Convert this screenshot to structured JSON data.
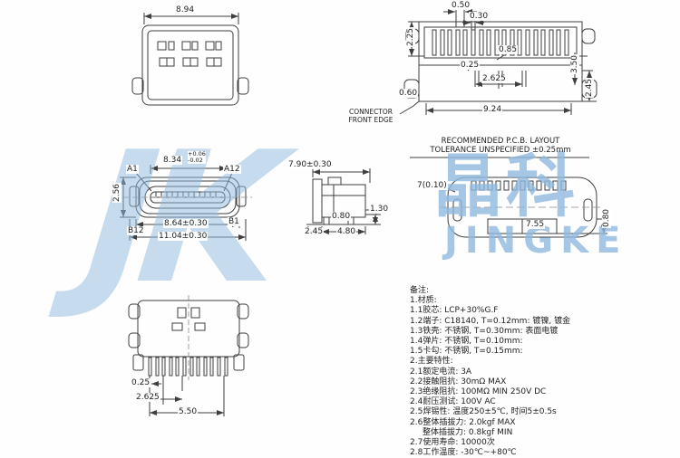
{
  "watermark": {
    "logo": "JK",
    "cn": "晶科",
    "en": "JINGKE"
  },
  "annotations": {
    "front_edge_line1": "CONNECTOR",
    "front_edge_line2": "FRONT EDGE",
    "pcb_note_line1": "RECOMMENDED  P.C.B. LAYOUT",
    "pcb_note_line2": "TOLERANCE UNSPECIFIED ±0.25mm"
  },
  "dims": {
    "top_view": {
      "width": "8.94"
    },
    "front_view": {
      "pitch": "0.50",
      "pin_width": "0.30",
      "height_upper": "2.25",
      "d085": "0.85",
      "d025": "0.25",
      "d2625": "2.625",
      "d350": "3.50",
      "d245": "2.45",
      "d060": "0.60",
      "width": "9.24"
    },
    "face_view": {
      "tongue_width": "8.34",
      "tol_plus": "+0.06",
      "tol_minus": "-0.02",
      "a1": "A1",
      "a12": "A12",
      "height": "2.56",
      "shell_width": "8.64±0.30",
      "overall_width": "11.04±0.30",
      "b1": "B1",
      "b12": "B12"
    },
    "side_view": {
      "depth": "7.90±0.30",
      "d080": "0.80",
      "d130": "1.30",
      "d245": "2.45",
      "d480": "4.80"
    },
    "pcb_view": {
      "d70": "7(0.10)",
      "d755": "7.55",
      "d080": "0.80"
    },
    "bottom_view": {
      "d025": "0.25",
      "d2625": "2.625",
      "d550": "5.50"
    }
  },
  "notes": {
    "title": "备注:",
    "lines": [
      "1.材质:",
      "1.1胶芯: LCP+30%G.F",
      "1.2端子: C18140, T=0.12mm: 镀镍, 镀金",
      "1.3铁壳: 不锈钢, T=0.30mm: 表面电镀",
      "1.4弹片: 不锈钢, T=0.10mm:",
      "1.5卡勾: 不锈钢, T=0.15mm:",
      "2.主要特性:",
      "2.1额定电流: 3A",
      "2.2接触阻抗: 30mΩ  MAX",
      "2.3绝缘阻抗: 100MΩ  MIN 250V DC",
      "2.4耐压测试: 100V AC",
      "2.5焊锡性: 温度250±5℃, 时间5±0.5s",
      "2.6整体插拔力: 2.0kgf MAX",
      "整体插拔力: 0.8kgf MIN",
      "2.7使用寿命: 10000次",
      "2.8工作温度: -30℃~+80℃"
    ]
  }
}
